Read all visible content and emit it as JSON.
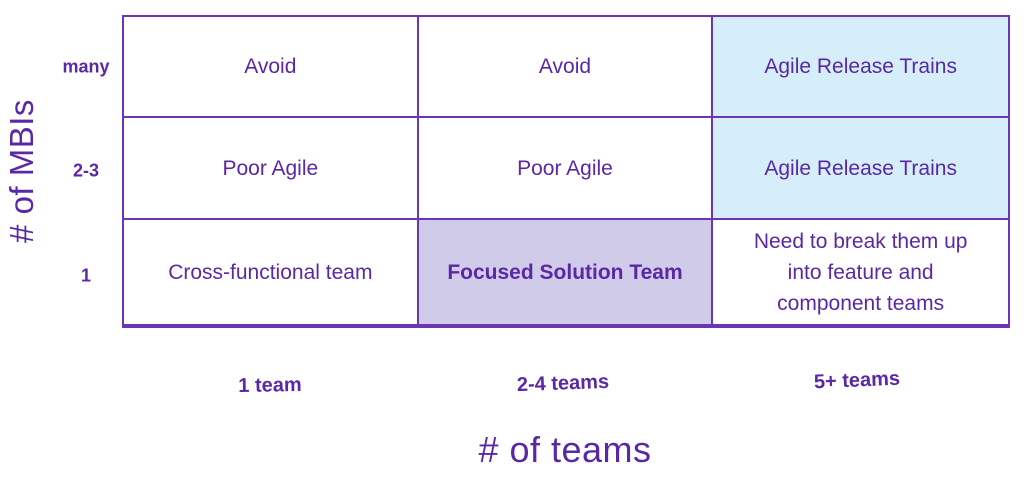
{
  "diagram": {
    "title_context": "Team topology matrix",
    "y_axis": {
      "title": "# of MBIs",
      "row_labels": [
        "many",
        "2-3",
        "1"
      ]
    },
    "x_axis": {
      "title": "# of teams",
      "col_labels": [
        "1 team",
        "2-4 teams",
        "5+ teams"
      ]
    },
    "cells": {
      "r0c0": "Avoid",
      "r0c1": "Avoid",
      "r0c2": "Agile Release Trains",
      "r1c0": "Poor Agile",
      "r1c1": "Poor Agile",
      "r1c2": "Agile Release Trains",
      "r2c0": "Cross-functional team",
      "r2c1": "Focused Solution Team",
      "r2c2": "Need to break them up\ninto feature and\ncomponent teams"
    },
    "highlights": {
      "blue_cells": [
        "r0c2",
        "r1c2"
      ],
      "lavender_cells": [
        "r2c1"
      ],
      "bold_cells": [
        "r2c1"
      ]
    },
    "colors": {
      "text_purple": "#5a28a5",
      "border_purple": "#6a36b6",
      "highlight_blue": "#d5eefa",
      "highlight_lavender": "#d1cbea",
      "background": "#ffffff"
    }
  }
}
